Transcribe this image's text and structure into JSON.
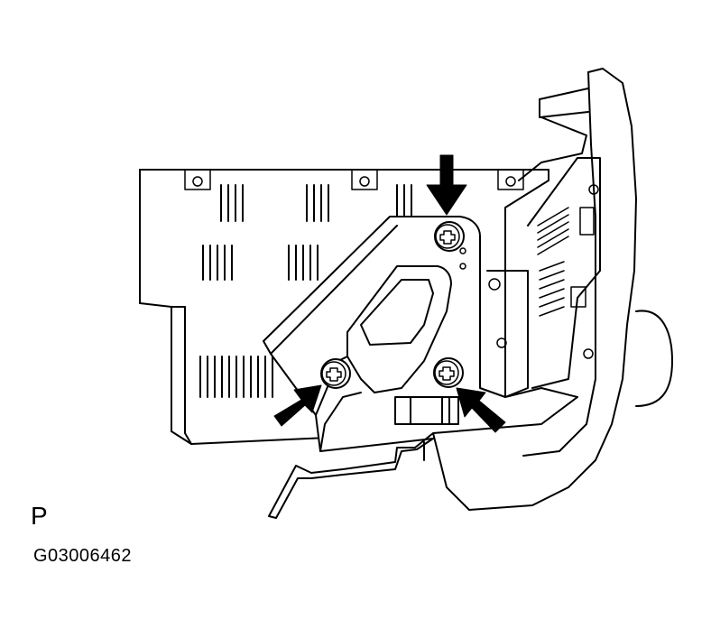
{
  "figure": {
    "view_label": "P",
    "figure_id": "G03006462"
  },
  "parts": {
    "screws": [
      {
        "name": "screw-top"
      },
      {
        "name": "screw-left"
      },
      {
        "name": "screw-right"
      }
    ],
    "arrows": [
      {
        "name": "arrow-top",
        "points_to": "screw-top"
      },
      {
        "name": "arrow-left",
        "points_to": "screw-left"
      },
      {
        "name": "arrow-right",
        "points_to": "screw-right"
      }
    ]
  },
  "colors": {
    "line": "#000000",
    "background": "#ffffff"
  }
}
